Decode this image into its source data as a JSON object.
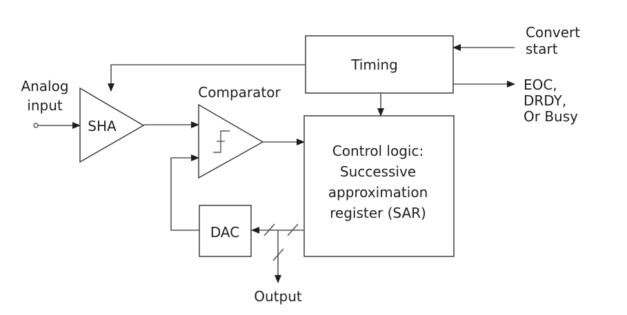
{
  "diagram": {
    "title": "Successive approximation ADC block diagram",
    "colors": {
      "line": "#555555",
      "text": "#1e1e1e",
      "background": "#ffffff"
    },
    "blocks": {
      "sha": {
        "label": "SHA",
        "shape": "triangle"
      },
      "comparator": {
        "label": "Comparator",
        "shape": "triangle",
        "symbol": "step-icon"
      },
      "timing": {
        "label": "Timing",
        "shape": "rectangle"
      },
      "control": {
        "lines": [
          "Control logic:",
          "Successive",
          "approximation",
          "register (SAR)"
        ],
        "shape": "rectangle"
      },
      "dac": {
        "label": "DAC",
        "shape": "rectangle"
      }
    },
    "labels": {
      "analog_input": [
        "Analog",
        "input"
      ],
      "convert_start": [
        "Convert",
        "start"
      ],
      "status_out": [
        "EOC,",
        "DRDY,",
        "Or Busy"
      ],
      "output": "Output"
    },
    "connections": [
      {
        "from": "analog_input",
        "to": "sha"
      },
      {
        "from": "sha",
        "to": "comparator"
      },
      {
        "from": "comparator",
        "to": "control"
      },
      {
        "from": "timing",
        "to": "sha"
      },
      {
        "from": "timing",
        "to": "control"
      },
      {
        "from": "convert_start",
        "to": "timing"
      },
      {
        "from": "timing",
        "to": "status_out"
      },
      {
        "from": "control",
        "to": "dac",
        "bus": true
      },
      {
        "from": "control",
        "to": "output",
        "bus": true
      },
      {
        "from": "dac",
        "to": "comparator"
      }
    ]
  }
}
